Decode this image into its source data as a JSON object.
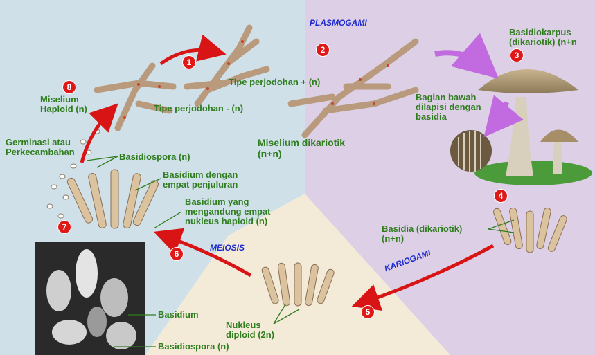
{
  "colors": {
    "haploid_bg": "#cfe0e8",
    "dikaryotic_bg": "#dccfe6",
    "diploid_bg": "#f4ead8",
    "label_green": "#2f7d1e",
    "process_blue": "#1f2bd0",
    "step_red": "#e01818",
    "arrow_red": "#d81414",
    "arrow_purple": "#c26be0"
  },
  "process_labels": {
    "plasmogami": "PLASMOGAMI",
    "kariogami": "KARIOGAMI",
    "meiosis": "MEIOSIS"
  },
  "steps": [
    "1",
    "2",
    "3",
    "4",
    "5",
    "6",
    "7",
    "8"
  ],
  "labels": {
    "tipe_plus": "Tipe perjodohan + (n)",
    "tipe_minus": "Tipe perjodohan - (n)",
    "miselium_haploid": "Miselium\nHaploid (n)",
    "miselium_dikariotik": "Miselium dikariotik\n(n+n)",
    "basidiokarpus": "Basidiokarpus\n(dikariotik) (n+n",
    "bagian_bawah": "Bagian bawah\ndilapisi dengan\nbasidia",
    "germinasi": "Germinasi atau\nPerkecambahan",
    "basidiospora_top": "Basidiospora (n)",
    "basidium_empat": "Basidium dengan\nempat penjuluran",
    "basidium_nukleus": "Basidium yang\nmengandung empat\nnukleus haploid (n)",
    "basidia_dikariotik": "Basidia (dikariotik)\n(n+n)",
    "nukleus_diploid": "Nukleus\ndiploid (2n)",
    "basidium_micro": "Basidium",
    "basidiospora_micro": "Basidiospora (n)"
  }
}
